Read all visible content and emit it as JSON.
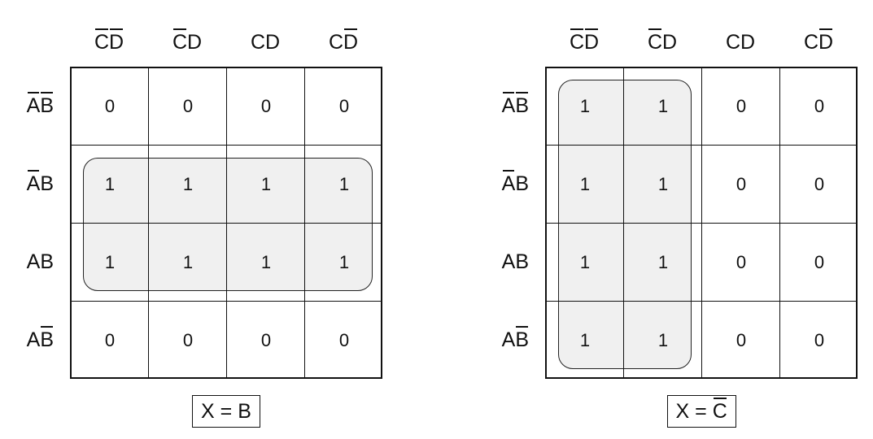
{
  "column_headers": [
    {
      "letters": [
        {
          "ch": "C",
          "bar": true
        },
        {
          "ch": "D",
          "bar": true
        }
      ]
    },
    {
      "letters": [
        {
          "ch": "C",
          "bar": true
        },
        {
          "ch": "D",
          "bar": false
        }
      ]
    },
    {
      "letters": [
        {
          "ch": "C",
          "bar": false
        },
        {
          "ch": "D",
          "bar": false
        }
      ]
    },
    {
      "letters": [
        {
          "ch": "C",
          "bar": false
        },
        {
          "ch": "D",
          "bar": true
        }
      ]
    }
  ],
  "row_headers": [
    {
      "letters": [
        {
          "ch": "A",
          "bar": true
        },
        {
          "ch": "B",
          "bar": true
        }
      ]
    },
    {
      "letters": [
        {
          "ch": "A",
          "bar": true
        },
        {
          "ch": "B",
          "bar": false
        }
      ]
    },
    {
      "letters": [
        {
          "ch": "A",
          "bar": false
        },
        {
          "ch": "B",
          "bar": false
        }
      ]
    },
    {
      "letters": [
        {
          "ch": "A",
          "bar": false
        },
        {
          "ch": "B",
          "bar": true
        }
      ]
    }
  ],
  "maps": [
    {
      "values": [
        [
          "0",
          "0",
          "0",
          "0"
        ],
        [
          "1",
          "1",
          "1",
          "1"
        ],
        [
          "1",
          "1",
          "1",
          "1"
        ],
        [
          "0",
          "0",
          "0",
          "0"
        ]
      ],
      "group": {
        "rows": [
          1,
          2
        ],
        "cols": [
          0,
          3
        ]
      },
      "result": {
        "letters": [
          {
            "ch": "X",
            "bar": false
          },
          {
            "ch": " = ",
            "bar": false
          },
          {
            "ch": "B",
            "bar": false
          }
        ]
      }
    },
    {
      "values": [
        [
          "1",
          "1",
          "0",
          "0"
        ],
        [
          "1",
          "1",
          "0",
          "0"
        ],
        [
          "1",
          "1",
          "0",
          "0"
        ],
        [
          "1",
          "1",
          "0",
          "0"
        ]
      ],
      "group": {
        "rows": [
          0,
          3
        ],
        "cols": [
          0,
          1
        ]
      },
      "result": {
        "letters": [
          {
            "ch": "X",
            "bar": false
          },
          {
            "ch": " = ",
            "bar": false
          },
          {
            "ch": "C",
            "bar": true
          }
        ]
      }
    }
  ]
}
